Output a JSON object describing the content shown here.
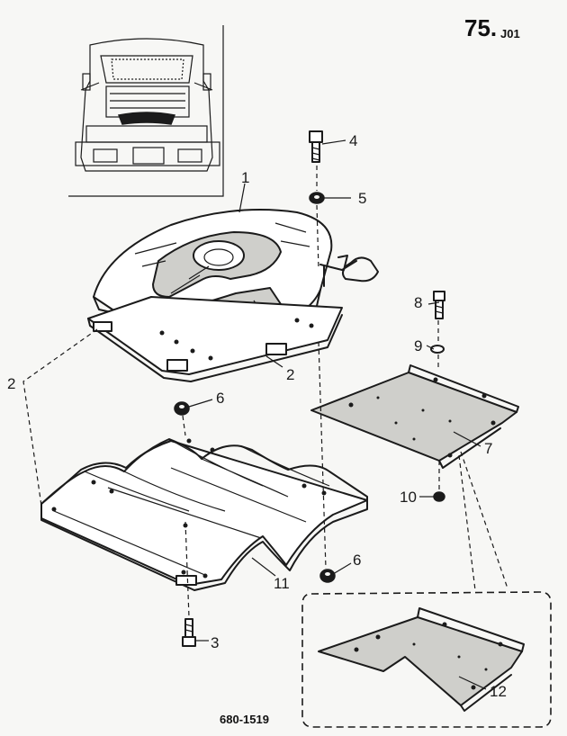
{
  "sheet": {
    "id": "75.",
    "suffix": "J01"
  },
  "drawing_number": "680-1519",
  "callouts": {
    "c1": "1",
    "c2a": "2",
    "c2b": "2",
    "c3": "3",
    "c4": "4",
    "c5": "5",
    "c6a": "6",
    "c6b": "6",
    "c7": "7",
    "c8": "8",
    "c9": "9",
    "c10": "10",
    "c11": "11",
    "c12": "12"
  },
  "colors": {
    "ink": "#1b1b1b",
    "paper": "#f7f7f5",
    "shade": "#cfcfcb"
  }
}
